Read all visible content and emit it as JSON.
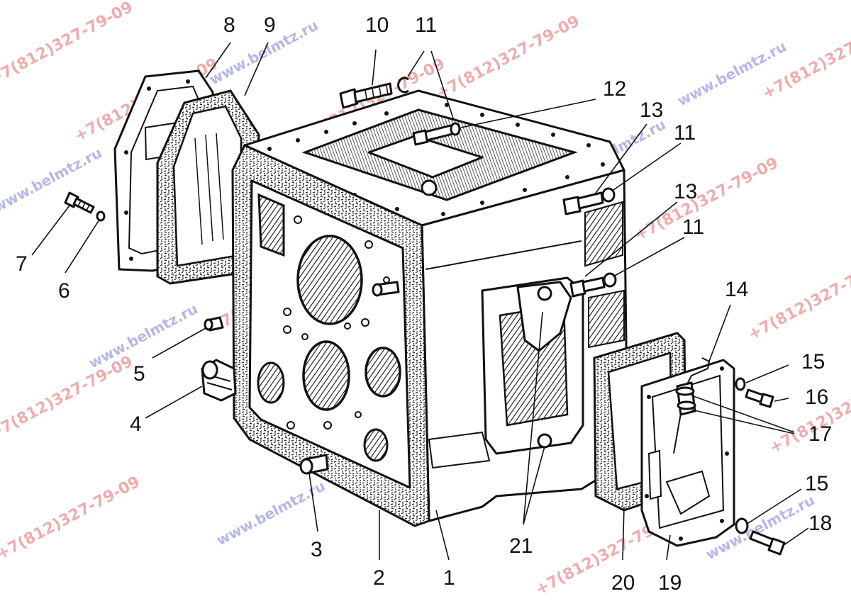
{
  "watermarks": {
    "site": "www.belmtz.ru",
    "phone": "+7(812)327-79-09"
  },
  "callouts": {
    "c1": "1",
    "c2": "2",
    "c3": "3",
    "c4": "4",
    "c5": "5",
    "c6": "6",
    "c7": "7",
    "c8": "8",
    "c9": "9",
    "c10": "10",
    "c11a": "11",
    "c11b": "11",
    "c11c": "11",
    "c12": "12",
    "c13a": "13",
    "c13b": "13",
    "c14": "14",
    "c15a": "15",
    "c15b": "15",
    "c16": "16",
    "c17": "17",
    "c18": "18",
    "c19": "19",
    "c20": "20",
    "c21": "21"
  },
  "colors": {
    "ink": "#111111",
    "watermark_site": "#7b7bd8",
    "watermark_phone": "#e36a6a",
    "background": "#ffffff"
  }
}
